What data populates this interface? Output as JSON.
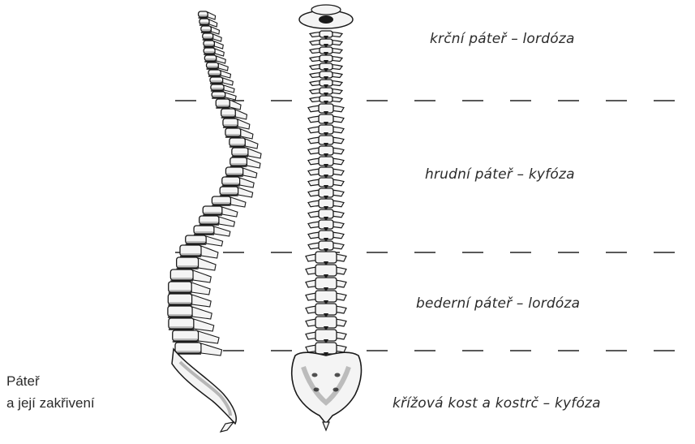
{
  "regions": [
    {
      "id": "cervical",
      "label": "krční páteř – lordóza"
    },
    {
      "id": "thoracic",
      "label": "hrudní páteř – kyfóza"
    },
    {
      "id": "lumbar",
      "label": "bederní páteř – lordóza"
    },
    {
      "id": "sacral",
      "label": "křížová kost a kostrč – kyfóza"
    }
  ],
  "caption": {
    "line1": "Páteř",
    "line2": "a její zakřivení"
  },
  "colors": {
    "ink": "#1a1a1a",
    "bone": "#f4f4f4",
    "shade": "#8e8e8e",
    "divider": "#222222"
  }
}
